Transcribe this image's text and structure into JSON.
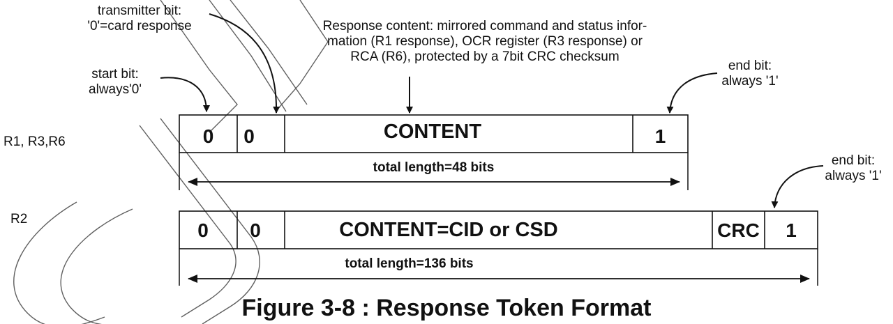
{
  "labels": {
    "transmitter_bit": [
      "transmitter bit:",
      "'0'=card response"
    ],
    "start_bit": [
      "start bit:",
      "always'0'"
    ],
    "response_content": [
      "Response content: mirrored command and status infor-",
      "mation (R1 response), OCR register (R3 response) or",
      "RCA (R6), protected by a 7bit CRC checksum"
    ],
    "end_bit_1": [
      "end bit:",
      "always '1'"
    ],
    "end_bit_2": [
      "end bit:",
      "always '1'"
    ]
  },
  "rows": [
    {
      "name": "R1, R3,R6",
      "cells": [
        "0",
        "0",
        "CONTENT",
        "1"
      ],
      "total_length": "total length=48 bits"
    },
    {
      "name": "R2",
      "cells": [
        "0",
        "0",
        "CONTENT=CID or CSD",
        "CRC",
        "1"
      ],
      "total_length": "total length=136 bits"
    }
  ],
  "caption": "Figure 3-8 : Response Token Format",
  "watermark_text": "SDA",
  "colors": {
    "line": "#111111",
    "watermark": "#555555"
  }
}
